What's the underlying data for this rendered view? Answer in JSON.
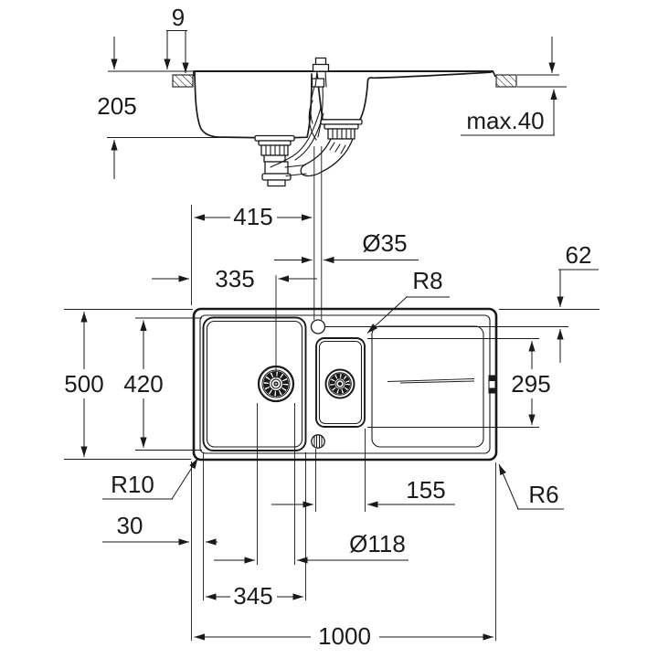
{
  "colors": {
    "background": "#ffffff",
    "line": "#1a1a1a",
    "text": "#1b1b1b"
  },
  "side_view": {
    "dims": {
      "rim_thickness": "9",
      "bowl_depth": "205",
      "countertop_max": "max.40"
    }
  },
  "plan_view": {
    "dims": {
      "tap_offset_left": "415",
      "tap_hole_diameter": "Ø35",
      "drain_offset": "335",
      "top_edge_offset": "62",
      "radius_small_bowl": "R8",
      "overall_depth": "500",
      "bowl_depth": "420",
      "small_bowl_depth": "295",
      "radius_main_corner": "R10",
      "edge_gap": "30",
      "small_bowl_width": "155",
      "radius_outer_corner": "R6",
      "drain_diameter": "Ø118",
      "bowl_width": "345",
      "overall_width": "1000"
    }
  }
}
